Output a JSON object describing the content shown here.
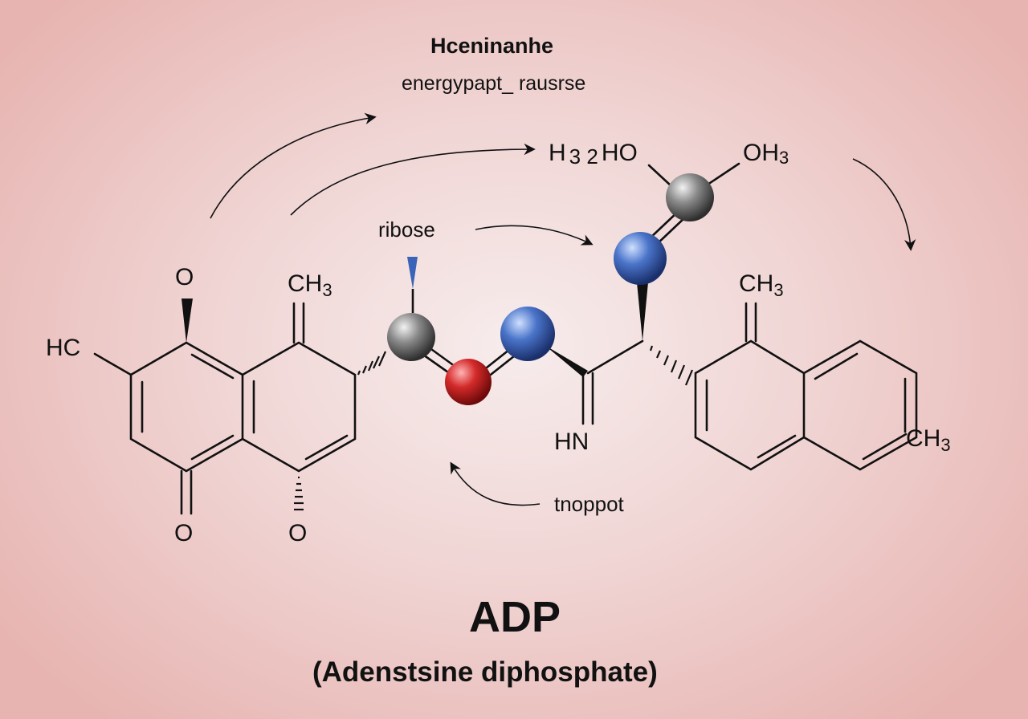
{
  "header": {
    "title": "Hceninanhe",
    "subtitle": "energypapt_ rausrse"
  },
  "annotations": {
    "ribose": "ribose",
    "tnoppot": "tnoppot"
  },
  "atoms": {
    "o_top_left": "O",
    "ch3_top_mid_left": "CH",
    "hc_left": "HC",
    "o_bottom_left": "O",
    "o_bottom_mid": "O",
    "hn": "HN",
    "h32ho": "H",
    "oh3": "OH",
    "ch3_right": "CH",
    "ch3_far_right": "CH"
  },
  "subscripts": {
    "three": "3",
    "three_two": "3 2",
    "ho_suffix": "HO"
  },
  "footer": {
    "name": "ADP",
    "full_name": "(Adenstsine diphosphate)"
  },
  "colors": {
    "carbon_sphere": "#8a8a8a",
    "nitrogen_sphere": "#4a74c9",
    "oxygen_sphere": "#d42a2a",
    "bond": "#111111",
    "background_center": "#f7ecec",
    "background_edge": "#e7b4b1"
  }
}
